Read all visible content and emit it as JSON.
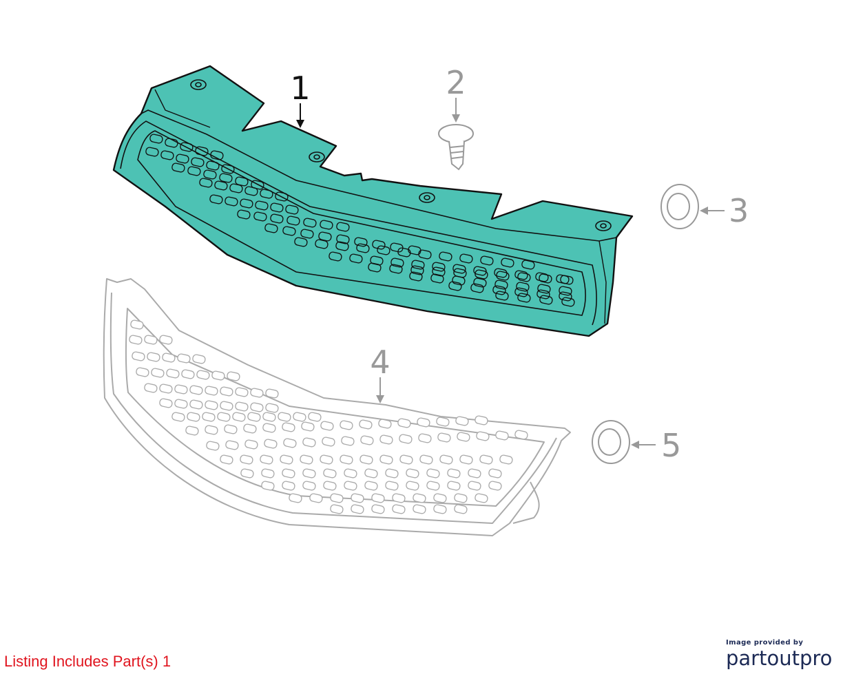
{
  "callouts": [
    {
      "id": "1",
      "label": "1"
    },
    {
      "id": "2",
      "label": "2"
    },
    {
      "id": "3",
      "label": "3"
    },
    {
      "id": "4",
      "label": "4"
    },
    {
      "id": "5",
      "label": "5"
    }
  ],
  "listing_note": "Listing Includes Part(s) 1",
  "brand": {
    "provided_by": "Image provided by",
    "name": "partoutpro"
  },
  "colors": {
    "highlight_fill": "#4dc2b4",
    "outline_dark": "#111111",
    "outline_gray": "#aaaaaa",
    "callout_gray": "#999999",
    "listing_red": "#e0141e",
    "brand_navy": "#1c2a55"
  }
}
